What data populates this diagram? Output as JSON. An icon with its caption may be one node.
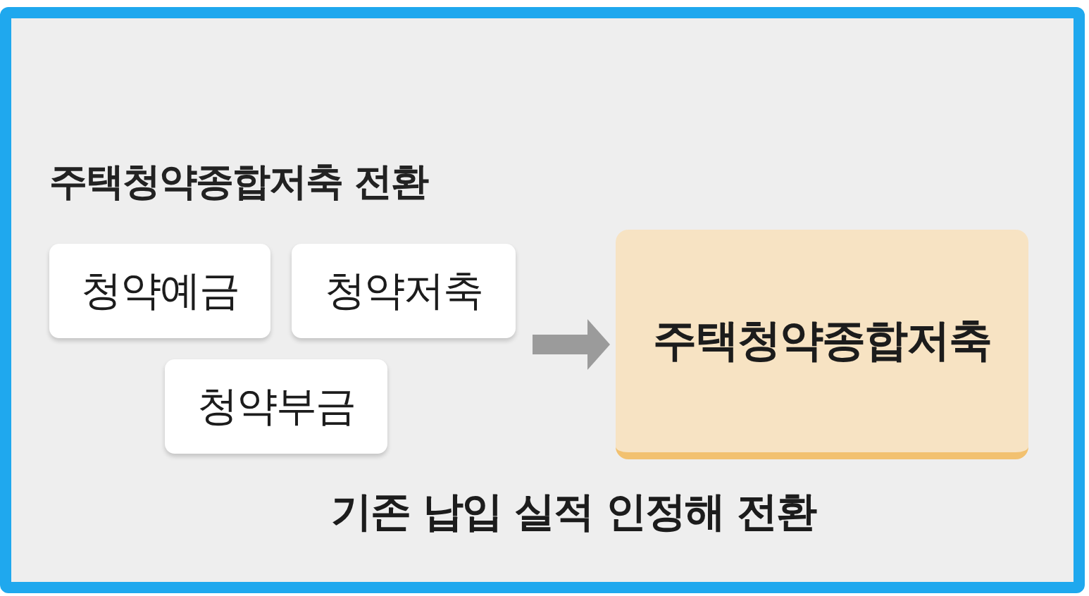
{
  "diagram": {
    "title": "주택청약종합저축 전환",
    "caption": "기존 납입 실적 인정해 전환",
    "nodes": [
      {
        "text": [
          "청약예금"
        ]
      },
      {
        "text": [
          "청약저축"
        ]
      },
      {
        "text": [
          "청약부금"
        ]
      },
      {
        "text": [
          "주택청약종합저축"
        ]
      }
    ],
    "edges": [
      {
        "from": null,
        "to": 3,
        "arrow": "to"
      }
    ]
  }
}
